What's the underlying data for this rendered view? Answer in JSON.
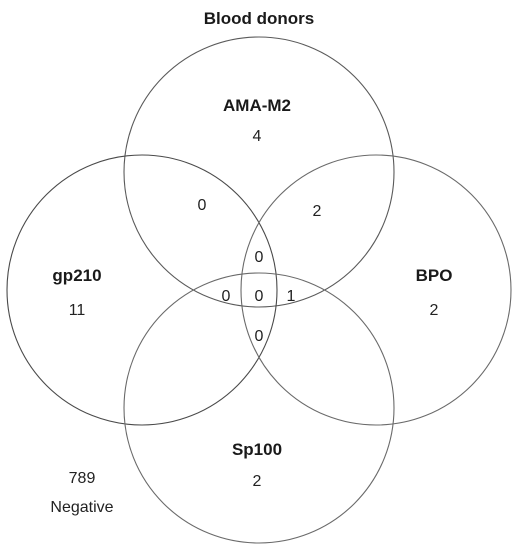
{
  "title": "Blood donors",
  "sets": {
    "ama_m2": {
      "label": "AMA-M2",
      "count": "4"
    },
    "gp210": {
      "label": "gp210",
      "count": "11"
    },
    "bpo": {
      "label": "BPO",
      "count": "2"
    },
    "sp100": {
      "label": "Sp100",
      "count": "2"
    }
  },
  "overlaps": {
    "ama_gp210": "0",
    "ama_bpo": "2",
    "ama_gp210_bpo_top": "0",
    "gp210_sp100_left": "0",
    "center": "0",
    "bpo_sp100_right": "1",
    "bottom_inner": "0"
  },
  "outside": {
    "count": "789",
    "label": "Negative"
  },
  "colors": {
    "ring_dark": "#5a5a5a",
    "ring_light": "#9a9a9a"
  }
}
